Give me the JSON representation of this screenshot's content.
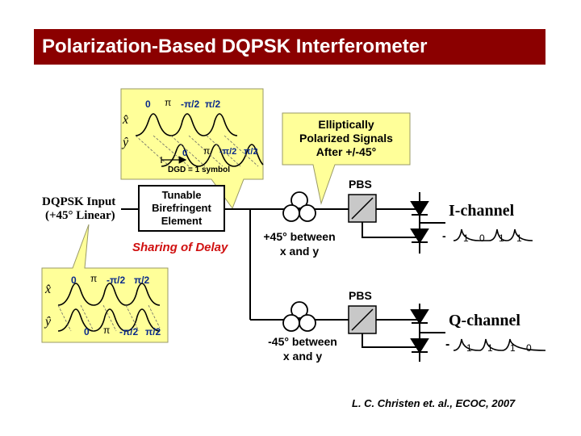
{
  "title": "Polarization-Based DQPSK Interferometer",
  "input_label_line1": "DQPSK Input",
  "input_label_line2": "(+45° Linear)",
  "element_box": {
    "line1": "Tunable",
    "line2": "Birefringent",
    "line3": "Element"
  },
  "sharing_label": "Sharing of Delay",
  "elliptical_callout": {
    "line1": "Elliptically",
    "line2": "Polarized Signals",
    "line3": "After +/-45°"
  },
  "pbs_top_label": "PBS",
  "pbs_bottom_label": "PBS",
  "top_between_line1": "+45° between",
  "top_between_line2": "x and y",
  "bottom_between_line1": "-45° between",
  "bottom_between_line2": "x and y",
  "i_channel_label": "I-channel",
  "q_channel_label": "Q-channel",
  "i_channel_bits": [
    "-",
    "1",
    "0",
    "1",
    "1"
  ],
  "q_channel_bits": [
    "-",
    "1",
    "1",
    "1",
    "0"
  ],
  "dgd_label": "DGD = 1 symbol",
  "top_inset": {
    "x_axis": "x̂",
    "y_axis": "ŷ",
    "x_phases": [
      "0",
      "π",
      "-π/2",
      "π/2"
    ],
    "y_phases": [
      "0",
      "π",
      "-π/2",
      "π/2"
    ]
  },
  "bottom_inset": {
    "x_axis": "x̂",
    "y_axis": "ŷ",
    "x_phases": [
      "0",
      "π",
      "-π/2",
      "π/2"
    ],
    "y_phases": [
      "0",
      "π",
      "-π/2",
      "π/2"
    ]
  },
  "citation": "L. C. Christen et. al., ECOC, 2007",
  "colors": {
    "title_bar": "#8b0000",
    "callout_fill": "#ffff99",
    "sharing_text": "#d01010",
    "line": "#000000"
  }
}
